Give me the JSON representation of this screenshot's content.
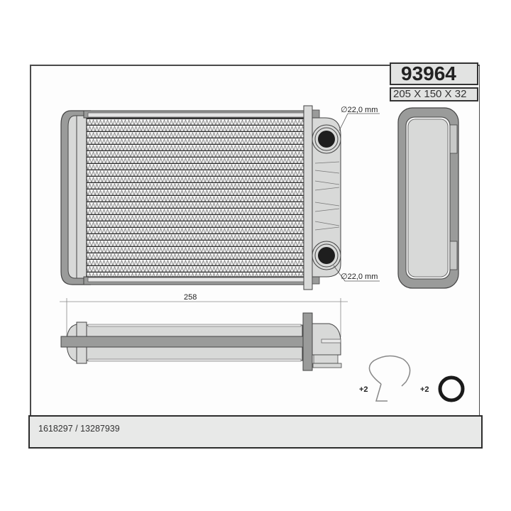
{
  "product": {
    "code": "93964",
    "dimensions": "205 X 150 X 32"
  },
  "front_view": {
    "pipe_top_label": "∅22,0 mm",
    "pipe_bottom_label": "∅22,0 mm"
  },
  "side_view": {
    "length_label": "258"
  },
  "accessories": [
    {
      "name": "clip",
      "quantity_label": "+2"
    },
    {
      "name": "o-ring",
      "quantity_label": "+2"
    }
  ],
  "footer": {
    "oem_numbers": "1618297 / 13287939"
  },
  "colors": {
    "frame_dark": "#4a4a4a",
    "tank_gray": "#9a9b9a",
    "light_gray": "#d8d9d8",
    "panel_bg": "#e2e3e2"
  }
}
